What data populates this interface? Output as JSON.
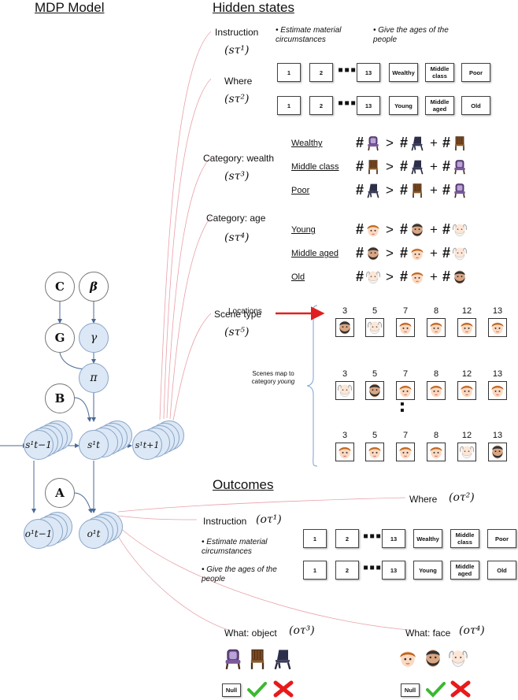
{
  "left": {
    "title": "MDP Model"
  },
  "hidden": {
    "title": "Hidden states",
    "instruction": {
      "label": "Instruction",
      "symbol": "(sτ¹)"
    },
    "where": {
      "label": "Where",
      "symbol": "(sτ²)"
    },
    "wealth": {
      "label": "Category: wealth",
      "symbol": "(sτ³)"
    },
    "age": {
      "label": "Category: age",
      "symbol": "(sτ⁴)"
    },
    "scene": {
      "label": "Scene type",
      "symbol": "(sτ⁵)"
    },
    "bullets": [
      "Estimate material circumstances",
      "Give the ages of the people"
    ],
    "row1": [
      "1",
      "2",
      "13",
      "Wealthy",
      "Middle class",
      "Poor"
    ],
    "row2": [
      "1",
      "2",
      "13",
      "Young",
      "Middle aged",
      "Old"
    ],
    "wealth_rows": [
      "Wealthy",
      "Middle class",
      "Poor"
    ],
    "age_rows": [
      "Young",
      "Middle aged",
      "Old"
    ],
    "hash": "#",
    "gt": ">",
    "plus": "+",
    "locations_label": "Locations",
    "scenes_map": "Scenes map to category",
    "scenes_map_em": "young",
    "locations": [
      "3",
      "5",
      "7",
      "8",
      "12",
      "13"
    ]
  },
  "nodes": {
    "C": "C",
    "beta": "β",
    "G": "G",
    "gamma": "γ",
    "pi": "π",
    "B": "B",
    "A": "A",
    "s_prev": "s¹t−1",
    "s_t": "s¹t",
    "s_next": "s¹t+1",
    "o_prev": "o¹t−1",
    "o_t": "o¹t"
  },
  "outcomes": {
    "title": "Outcomes",
    "where": {
      "label": "Where",
      "symbol": "(oτ²)"
    },
    "instruction": {
      "label": "Instruction",
      "symbol": "(oτ¹)"
    },
    "bullets": [
      "Estimate material circumstances",
      "Give the ages of the people"
    ],
    "row1": [
      "1",
      "2",
      "13",
      "Wealthy",
      "Middle class",
      "Poor"
    ],
    "row2": [
      "1",
      "2",
      "13",
      "Young",
      "Middle aged",
      "Old"
    ],
    "object": {
      "label": "What: object",
      "symbol": "(oτ³)"
    },
    "face": {
      "label": "What: face",
      "symbol": "(oτ⁴)"
    },
    "null_label": "Null"
  }
}
